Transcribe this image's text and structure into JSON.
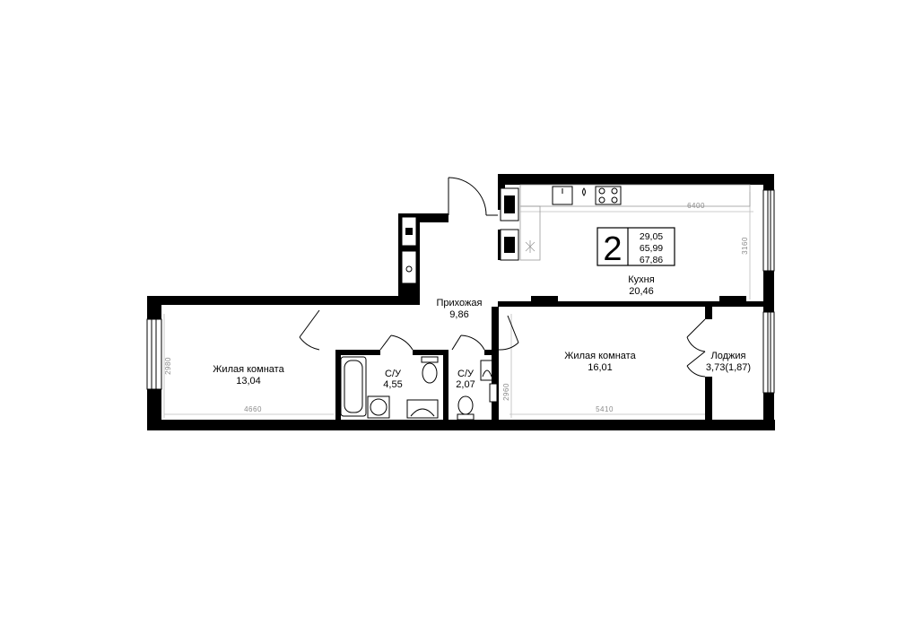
{
  "plan": {
    "rooms_count": "2",
    "areas": [
      "29,05",
      "65,99",
      "67,86"
    ],
    "rooms": {
      "hallway": {
        "name": "Прихожая",
        "area": "9,86"
      },
      "kitchen": {
        "name": "Кухня",
        "area": "20,46"
      },
      "living_left": {
        "name": "Жилая комната",
        "area": "13,04"
      },
      "living_right": {
        "name": "Жилая комната",
        "area": "16,01"
      },
      "bath_large": {
        "name": "С/У",
        "area": "4,55"
      },
      "bath_small": {
        "name": "С/У",
        "area": "2,07"
      },
      "loggia": {
        "name": "Лоджия",
        "area": "3,73(1,87)"
      }
    },
    "dimensions": {
      "kitchen_width": "6400",
      "kitchen_depth": "3160",
      "left_width": "4660",
      "left_depth": "2980",
      "right_width": "5410",
      "right_depth": "2960"
    }
  }
}
